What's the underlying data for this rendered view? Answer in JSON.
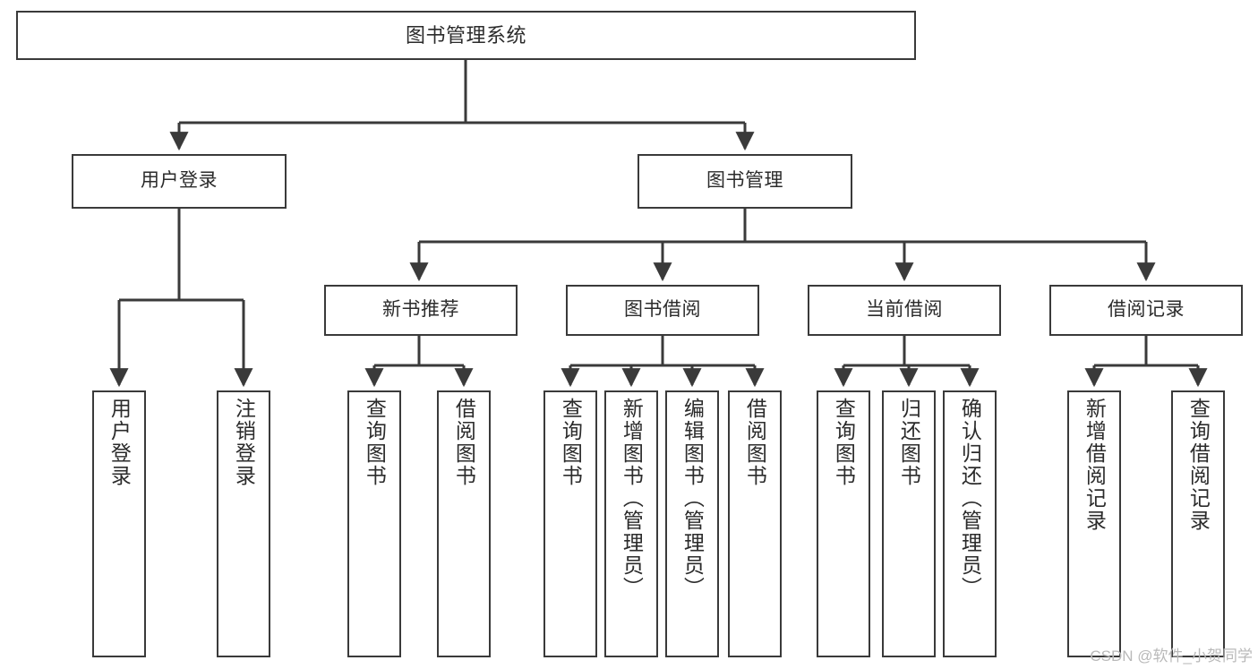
{
  "diagram": {
    "title": "图书管理系统",
    "type": "hierarchy-tree",
    "watermark": "CSDN @软件_小贺同学",
    "colors": {
      "background": "#ffffff",
      "box_border": "#3a3a3a",
      "box_fill": "#ffffff",
      "text": "#2b2b2b",
      "connector": "#3a3a3a",
      "watermark": "#b9b9b9"
    }
  },
  "nodes": {
    "root": {
      "label": "图书管理系统"
    },
    "level1": [
      {
        "label": "用户登录"
      },
      {
        "label": "图书管理"
      }
    ],
    "level2": [
      {
        "label": "新书推荐"
      },
      {
        "label": "图书借阅"
      },
      {
        "label": "当前借阅"
      },
      {
        "label": "借阅记录"
      }
    ],
    "leaves": {
      "user_login": [
        {
          "label": "用户登录"
        },
        {
          "label": "注销登录"
        }
      ],
      "new_book_recommend": [
        {
          "label": "查询图书"
        },
        {
          "label": "借阅图书"
        }
      ],
      "book_borrow": [
        {
          "label": "查询图书"
        },
        {
          "label": "新增图书（管理员）"
        },
        {
          "label": "编辑图书（管理员）"
        },
        {
          "label": "借阅图书"
        }
      ],
      "current_borrow": [
        {
          "label": "查询图书"
        },
        {
          "label": "归还图书"
        },
        {
          "label": "确认归还（管理员）"
        }
      ],
      "borrow_records": [
        {
          "label": "新增借阅记录"
        },
        {
          "label": "查询借阅记录"
        }
      ]
    }
  }
}
